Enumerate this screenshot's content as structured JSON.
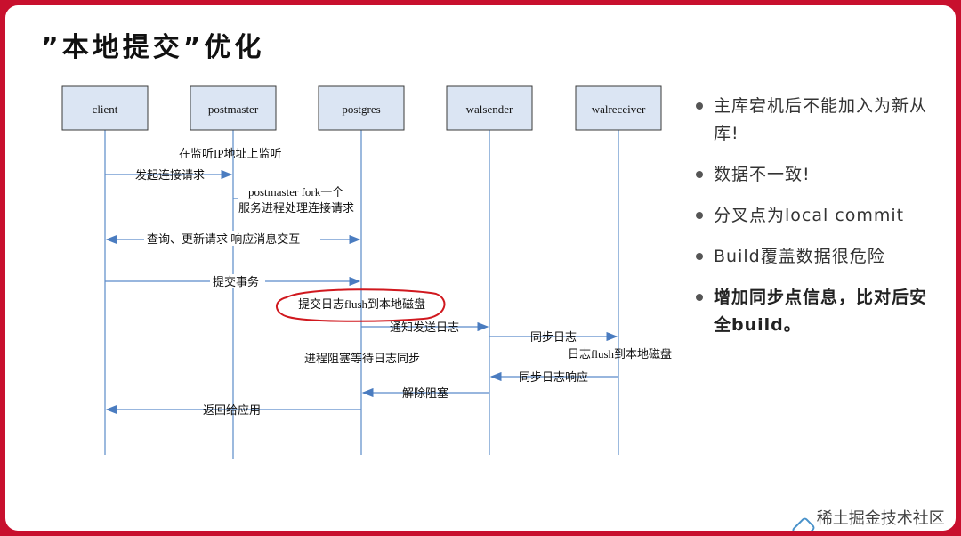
{
  "slide": {
    "title": "”本地提交”优化",
    "watermark": "稀土掘金技术社区 重天轮"
  },
  "diagram": {
    "participants": [
      "client",
      "postmaster",
      "postgres",
      "walsender",
      "walreceiver"
    ],
    "notes": {
      "listen": "在监听IP地址上监听",
      "fork": "postmaster fork一个\n服务进程处理连接请求",
      "flush_local": "提交日志flush到本地磁盘",
      "wait": "进程阻塞等待日志同步",
      "standby_flush": "日志flush到本地磁盘"
    },
    "messages": {
      "connect": "发起连接请求",
      "query": "查询、更新请求   响应消息交互",
      "commit": "提交事务",
      "notify": "通知发送日志",
      "sync": "同步日志",
      "sync_resp": "同步日志响应",
      "unblock": "解除阻塞",
      "return": "返回给应用"
    }
  },
  "bullets": [
    "主库宕机后不能加入为新从库!",
    "数据不一致!",
    "分叉点为local commit",
    "Build覆盖数据很危险",
    "增加同步点信息，比对后安全build。"
  ],
  "colors": {
    "frame": "#c8102e",
    "arrow": "#5b8bc9",
    "box_fill": "#dbe5f3",
    "highlight": "#d0181e"
  }
}
